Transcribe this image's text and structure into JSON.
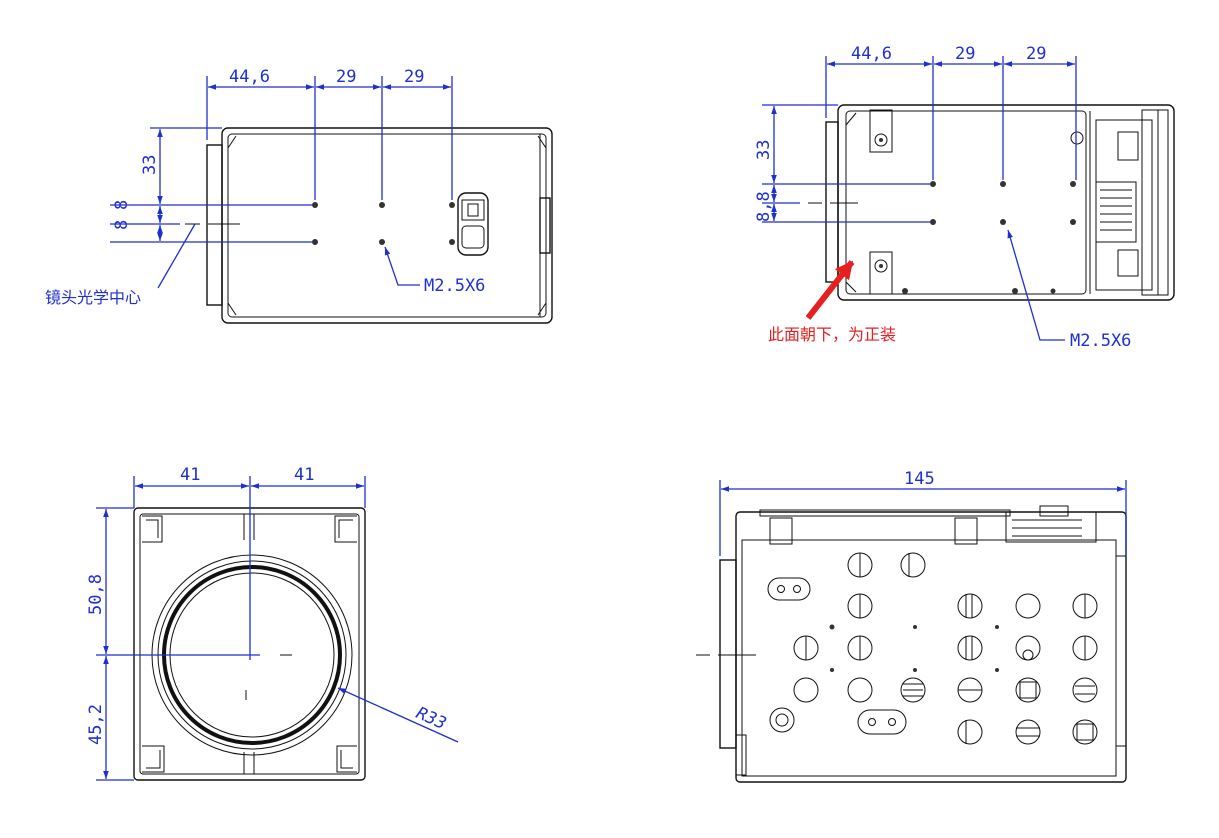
{
  "colors": {
    "dimension": "#1f2fd0",
    "outline": "#111111",
    "annotation": "#e62020"
  },
  "views": {
    "top_left": {
      "dims": {
        "d1": "44,6",
        "d2": "29",
        "d3": "29",
        "v1": "33",
        "v2": "8",
        "v3": "8"
      },
      "labels": {
        "lens_center": "镜头光学中心",
        "screw": "M2.5X6"
      }
    },
    "top_right": {
      "dims": {
        "d1": "44,6",
        "d2": "29",
        "d3": "29",
        "v1": "33",
        "v2": "8,8"
      },
      "labels": {
        "orientation_note": "此面朝下，为正装",
        "screw": "M2.5X6"
      }
    },
    "bottom_left": {
      "dims": {
        "d1": "41",
        "d2": "41",
        "v1": "50,8",
        "v2": "45,2",
        "radius": "R33"
      }
    },
    "bottom_right": {
      "dims": {
        "d1": "145"
      }
    }
  }
}
